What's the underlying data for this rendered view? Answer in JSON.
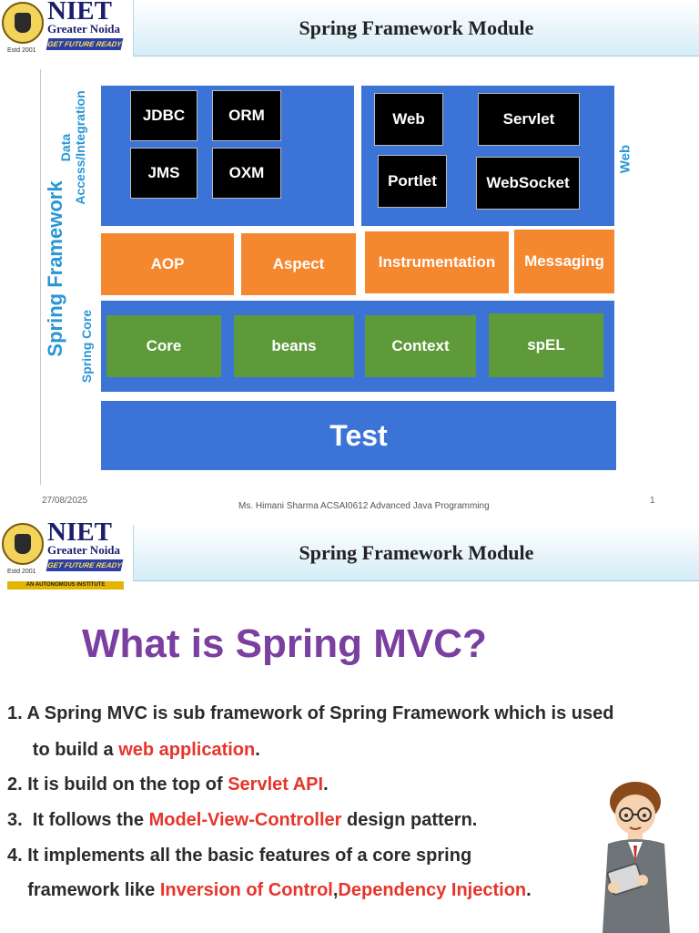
{
  "slide1": {
    "header_title": "Spring Framework Module",
    "logo": {
      "name": "NIET",
      "city": "Greater Noida",
      "tagline": "GET FUTURE READY",
      "estd": "Estd 2001"
    },
    "diagram": {
      "outer_label": "Spring Framework",
      "data_label_line1": "Data",
      "data_label_line2": "Access/Integration",
      "web_label": "Web",
      "core_label": "Spring Core",
      "data_items": [
        "JDBC",
        "ORM",
        "JMS",
        "OXM"
      ],
      "web_items": [
        "Web",
        "Servlet",
        "Portlet",
        "WebSocket"
      ],
      "middle_items": [
        "AOP",
        "Aspect",
        "Instrumentation",
        "Messaging"
      ],
      "core_items": [
        "Core",
        "beans",
        "Context",
        "spEL"
      ],
      "test_label": "Test"
    },
    "footer": {
      "date": "27/08/2025",
      "text": "Ms. Himani Sharma  ACSAI0612 Advanced Java Programming",
      "page": "1"
    }
  },
  "slide2": {
    "header_title": "Spring Framework Module",
    "logo": {
      "name": "NIET",
      "city": "Greater Noida",
      "tagline": "GET FUTURE READY",
      "estd": "Estd 2001",
      "subtitle": "AN AUTONOMOUS INSTITUTE"
    },
    "heading": "What is Spring MVC?",
    "points": [
      {
        "a": "1.  A Spring MVC is sub framework of Spring Framework which is used"
      },
      {
        "a": "     to build a ",
        "hl": "web application",
        "b": "."
      },
      {
        "a": "2. It is build on the top of ",
        "hl": "Servlet API",
        "b": "."
      },
      {
        "a": "3.  It follows the ",
        "hl": "Model-View-Controller",
        "b": " design pattern."
      },
      {
        "a": "4. It implements all the basic features of a core spring"
      },
      {
        "a": "    framework like ",
        "hl": "Inversion of Control",
        "b": ",",
        "hl2": "Dependency Injection",
        "c": "."
      }
    ]
  },
  "colors": {
    "blue": "#3b74d6",
    "orange": "#f5872e",
    "green": "#5e9a3a",
    "purple": "#7a3fa0",
    "highlight_red": "#e6352b",
    "label_blue": "#2a96d6"
  }
}
